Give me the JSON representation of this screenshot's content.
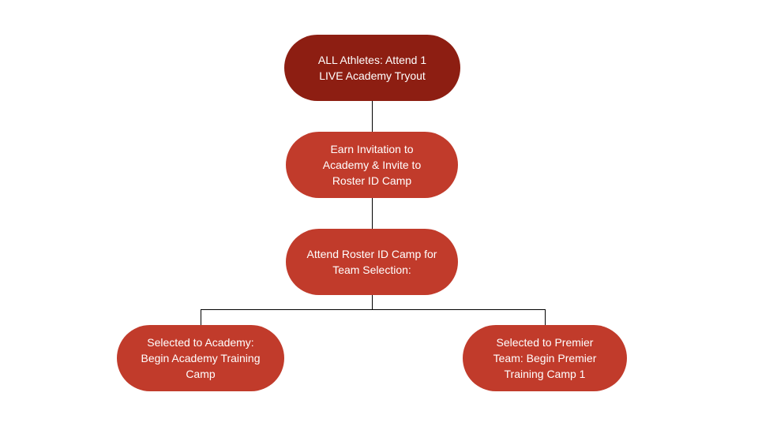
{
  "diagram": {
    "type": "flowchart",
    "background_color": "#ffffff",
    "text_color": "#ffffff",
    "connector_color": "#000000",
    "nodes": [
      {
        "id": "tryout",
        "label": "ALL Athletes: Attend 1 LIVE Academy Tryout",
        "color": "#8d1e12"
      },
      {
        "id": "invitation",
        "label": "Earn Invitation to Academy & Invite to Roster ID Camp",
        "color": "#c13b2b"
      },
      {
        "id": "roster-camp",
        "label": "Attend Roster ID Camp for Team Selection:",
        "color": "#c13b2b"
      },
      {
        "id": "academy",
        "label": "Selected to Academy: Begin Academy Training Camp",
        "color": "#c13b2b"
      },
      {
        "id": "premier",
        "label": "Selected to Premier Team: Begin Premier Training Camp 1",
        "color": "#c13b2b"
      }
    ],
    "edges": [
      {
        "from": "tryout",
        "to": "invitation"
      },
      {
        "from": "invitation",
        "to": "roster-camp"
      },
      {
        "from": "roster-camp",
        "to": "academy"
      },
      {
        "from": "roster-camp",
        "to": "premier"
      }
    ]
  }
}
